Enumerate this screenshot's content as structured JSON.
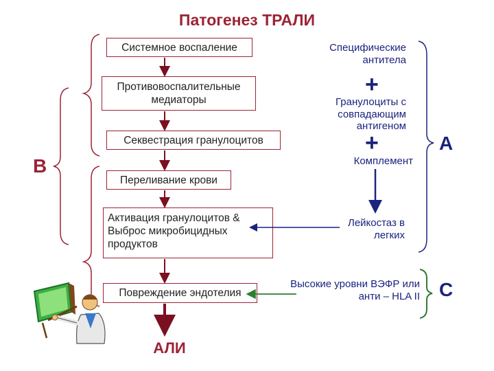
{
  "title": "Патогенез ТРАЛИ",
  "left_chain": [
    "Системное воспаление",
    "Противовоспалительные медиаторы",
    "Секвестрация гранулоцитов",
    "Переливание крови",
    "Активация гранулоцитов  & Выброс микробицидных продуктов",
    "Повреждение эндотелия"
  ],
  "outcome": "АЛИ",
  "right_column": {
    "antibodies": "Специфические антитела",
    "plus_1": "+",
    "granulocytes": "Гранулоциты с совпадающим антигеном",
    "plus_2": "+",
    "complement": "Комплемент",
    "leukostasis": "Лейкостаз в легких"
  },
  "vegf_text": "Высокие уровни ВЭФР или анти – HLA II",
  "labels": {
    "a": "A",
    "b": "B",
    "c": "C"
  },
  "colors": {
    "box_border": "#9b2335",
    "title": "#9b2335",
    "blue_text": "#1a237e",
    "green_bracket": "#2e7d32",
    "arrow_dark": "#7a1020",
    "arrow_blue": "#1a237e"
  },
  "clipart": "teacher-pointing-at-board-icon"
}
